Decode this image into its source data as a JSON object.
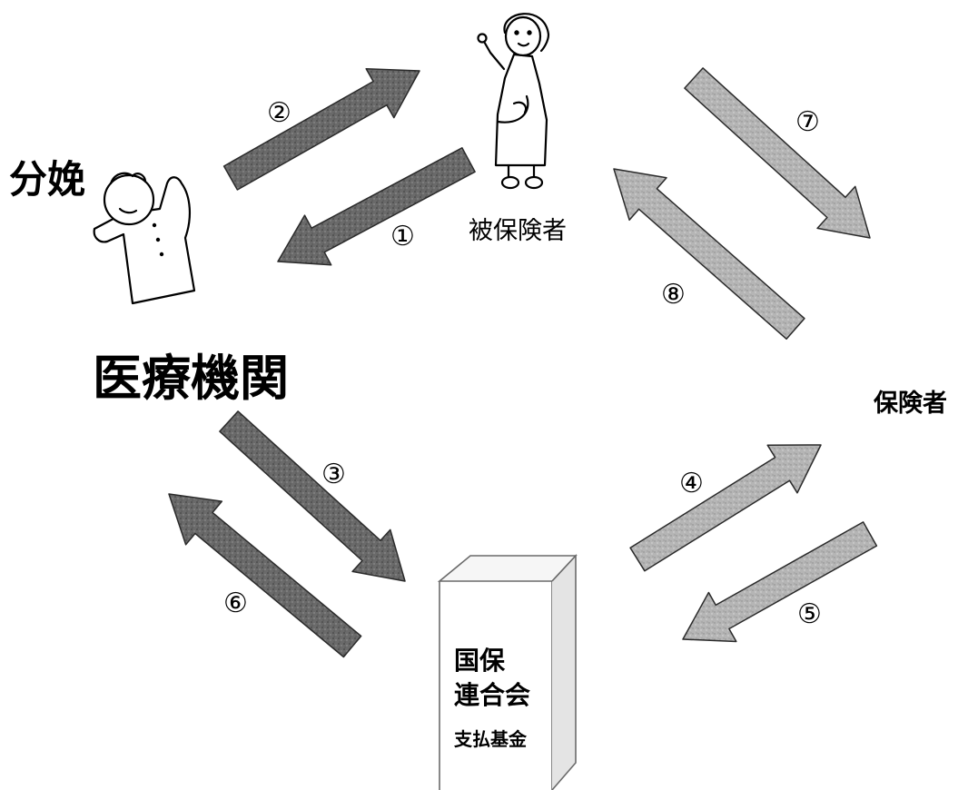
{
  "nodes": {
    "childbirth": "分娩",
    "medical_institution": "医療機関",
    "insured": "被保険者",
    "insurer": "保険者",
    "federation_line1": "国保",
    "federation_line2": "連合会",
    "payment_fund": "支払基金"
  },
  "steps": [
    "①",
    "②",
    "③",
    "④",
    "⑤",
    "⑥",
    "⑦",
    "⑧"
  ],
  "colors": {
    "arrow_dark": "#6a6a6a",
    "arrow_light": "#b5b5b5",
    "arrow_stroke": "#2a2a2a"
  }
}
